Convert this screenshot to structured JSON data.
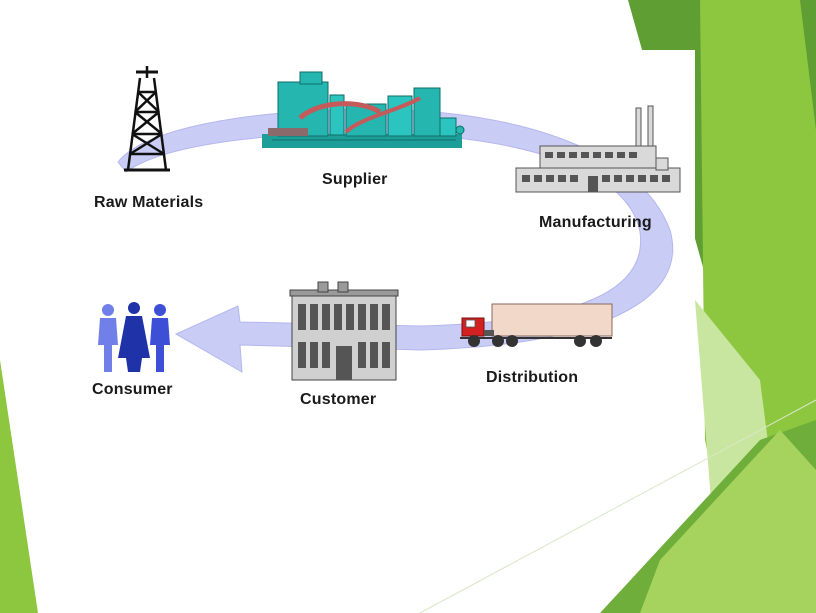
{
  "diagram": {
    "stages": [
      {
        "id": "raw",
        "label": "Raw Materials",
        "icon": "oil-derrick-icon"
      },
      {
        "id": "supplier",
        "label": "Supplier",
        "icon": "processing-plant-icon"
      },
      {
        "id": "manufacturing",
        "label": "Manufacturing",
        "icon": "factory-icon"
      },
      {
        "id": "distribution",
        "label": "Distribution",
        "icon": "truck-icon"
      },
      {
        "id": "customer",
        "label": "Customer",
        "icon": "building-icon"
      },
      {
        "id": "consumer",
        "label": "Consumer",
        "icon": "people-icon"
      }
    ],
    "colors": {
      "arrow": "#c9ccf5",
      "accent_green": "#8dc63f",
      "dark_green": "#5a9a2c",
      "light_green": "#c8e6a0",
      "plant_teal": "#25b6b0",
      "people_blue": "#3d4fd6",
      "truck_red": "#d32020",
      "trailer_tan": "#f2d8c8"
    }
  }
}
